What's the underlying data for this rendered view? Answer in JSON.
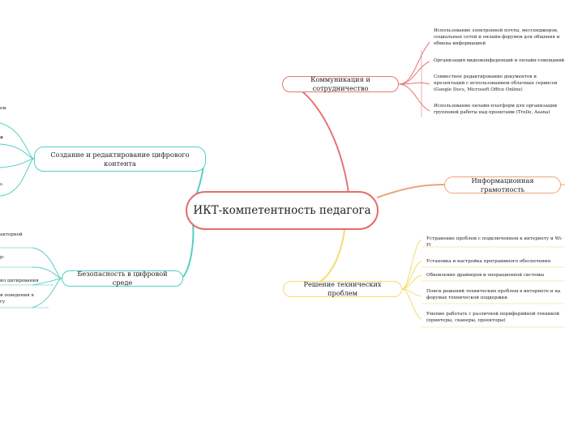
{
  "central": "ИКТ-компетентность педагога",
  "branches": {
    "communication": {
      "title": "Коммуникация и сотрудничество",
      "items": [
        "Использование электронной почты, мессенджеров, социальных сетей и онлайн-форумов для общения и обмена информацией",
        "Организация видеоконференций и онлайн-совещаний",
        "Совместное редактирование документов и презентаций с использованием облачных сервисов (Google Docs, Microsoft Office Online)",
        "Использование онлайн-платформ для организации групповой работы над проектами (Trello, Asana)"
      ]
    },
    "info_literacy": {
      "title": "Информационная грамотность"
    },
    "tech_problems": {
      "title": "Решение технических проблем",
      "items": [
        "Устранение проблем с подключением к интернету и Wi-Fi",
        "Установка и настройка программного обеспечения",
        "Обновление драйверов и операционной системы",
        "Поиск решений технических проблем в интернете и на форумах технической поддержки",
        "Умение работать с различной периферийной техникой (принтеры, сканеры, проекторы)"
      ]
    },
    "content": {
      "title": "Создание и редактирование цифрового контента",
      "items": [
        "ем",
        "а",
        "",
        "s"
      ]
    },
    "security": {
      "title": "Безопасность в цифровой среде",
      "items": [
        "акторной",
        "р-",
        "ил цитирования",
        "и поведения в гу"
      ]
    }
  },
  "colors": {
    "red": "#e87474",
    "orange": "#f0a276",
    "yellow": "#f5dc6a",
    "teal": "#55cfc4"
  }
}
